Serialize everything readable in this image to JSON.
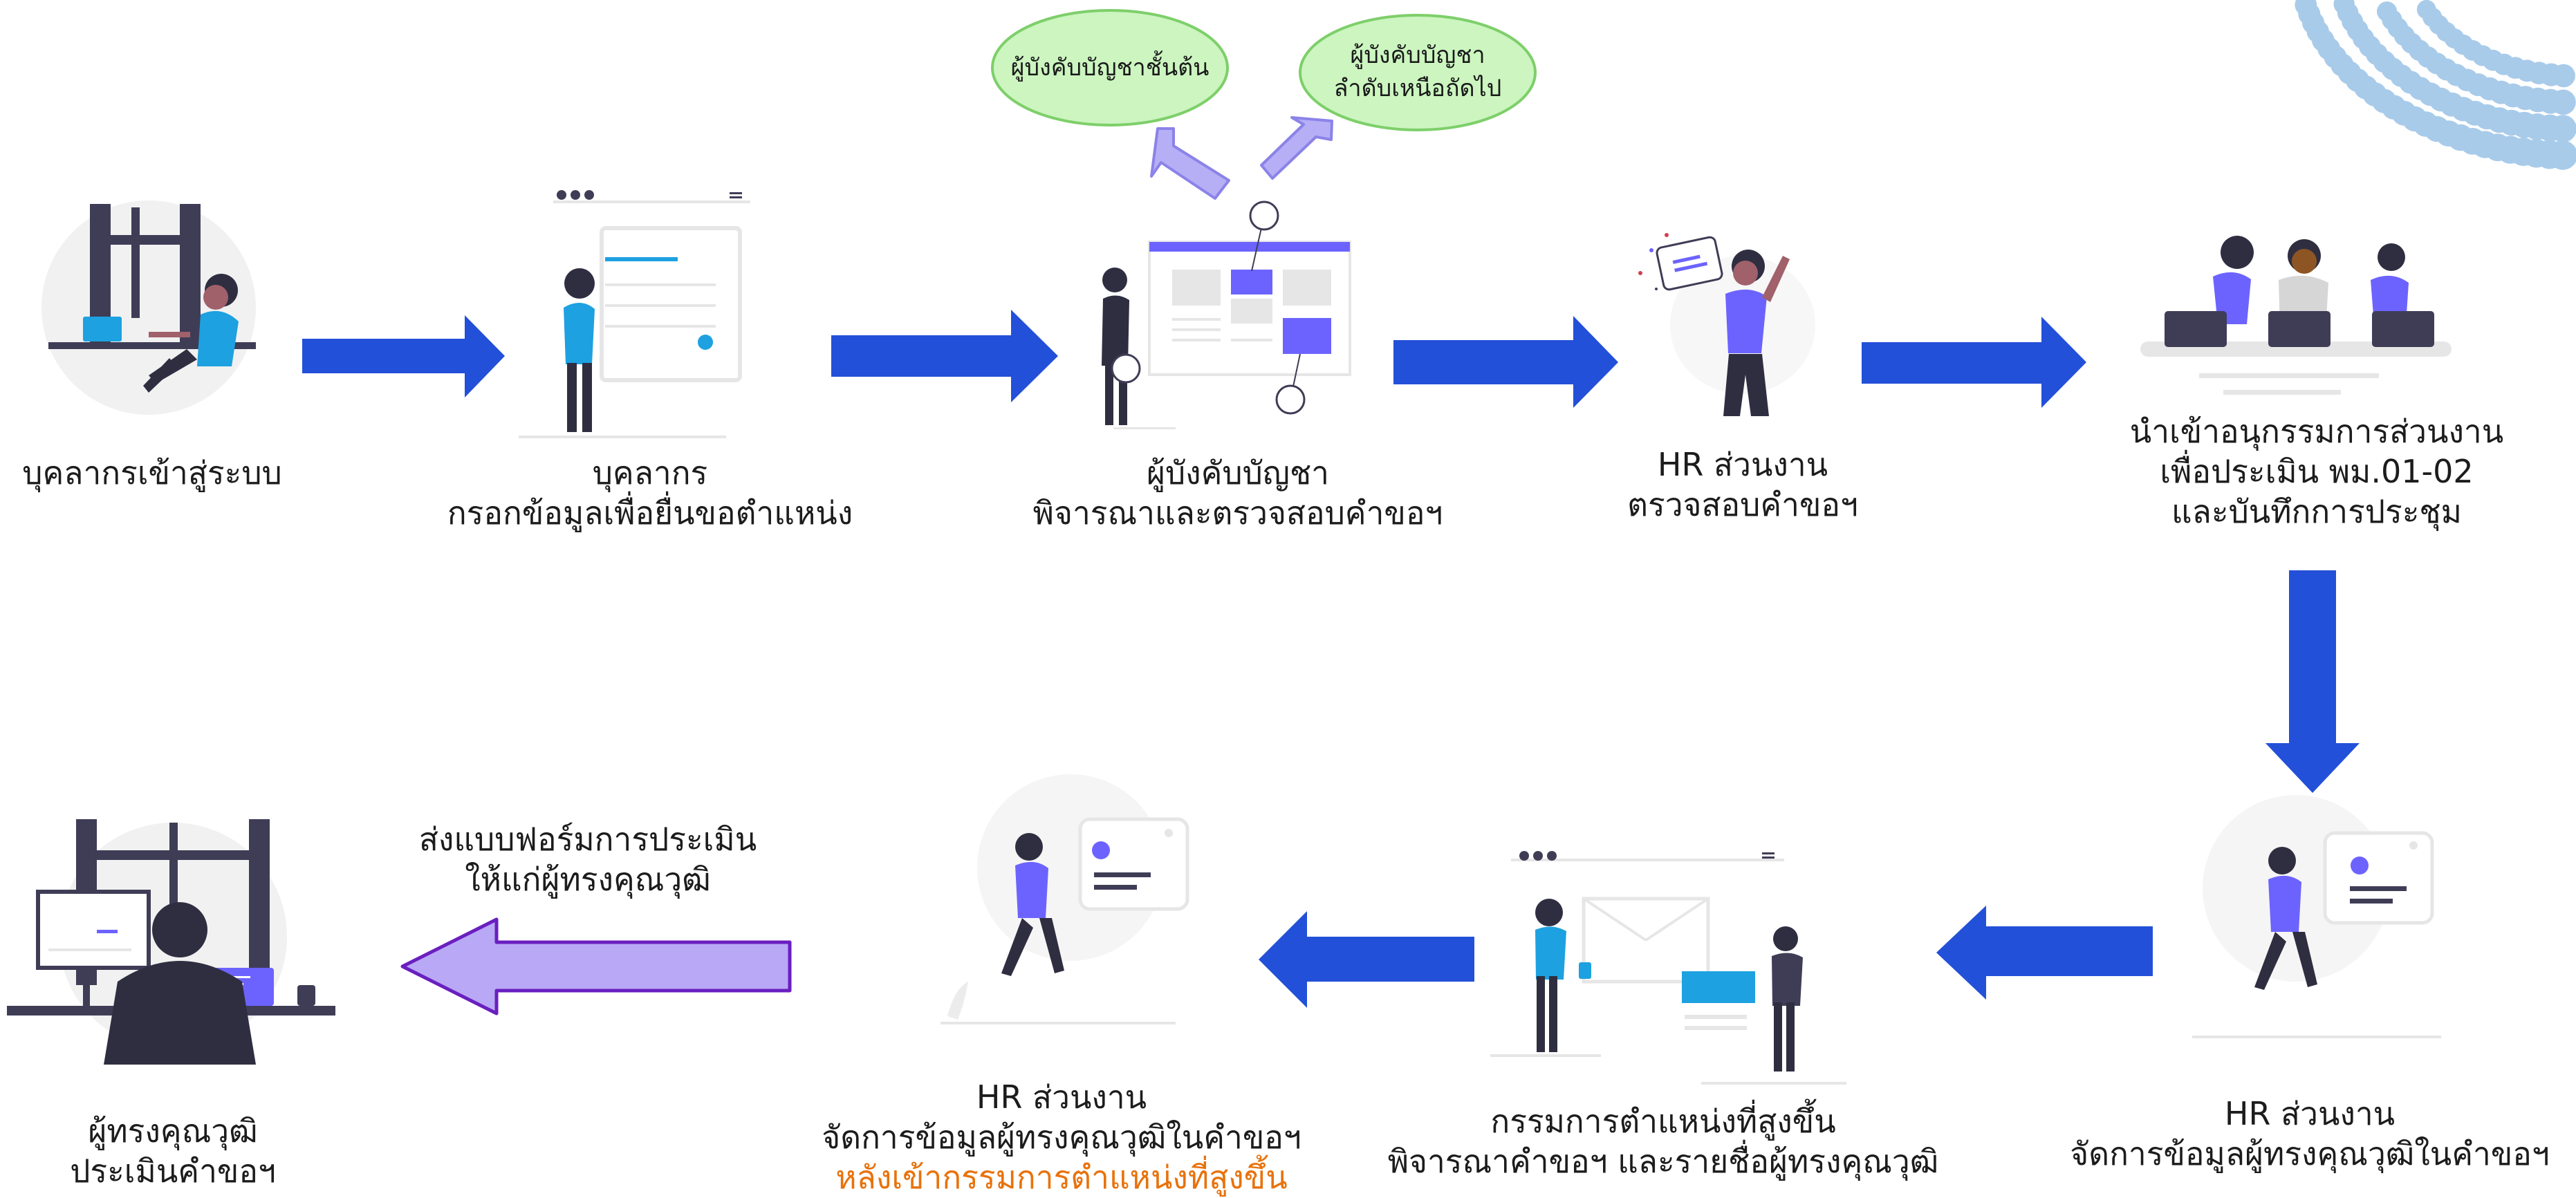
{
  "steps": [
    {
      "label": "บุคลากรเข้าสู่ระบบ"
    },
    {
      "title": "บุคลากร",
      "detail": "กรอกข้อมูลเพื่อยื่นขอตำแหน่ง"
    },
    {
      "title": "ผู้บังคับบัญชา",
      "detail": "พิจารณาและตรวจสอบคำขอฯ"
    },
    {
      "title": "HR ส่วนงาน",
      "detail": "ตรวจสอบคำขอฯ"
    },
    {
      "line1": "นำเข้าอนุกรรมการส่วนงาน",
      "line2": "เพื่อประเมิน พม.01-02",
      "line3": "และบันทึกการประชุม"
    },
    {
      "title": "HR ส่วนงาน",
      "detail": "จัดการข้อมูลผู้ทรงคุณวุฒิในคำขอฯ"
    },
    {
      "title": "กรรมการตำแหน่งที่สูงขึ้น",
      "detail": "พิจารณาคำขอฯ และรายชื่อผู้ทรงคุณวุฒิ"
    },
    {
      "title": "HR ส่วนงาน",
      "detail": "จัดการข้อมูลผู้ทรงคุณวุฒิในคำขอฯ",
      "note": "หลังเข้ากรรมการตำแหน่งที่สูงขึ้น"
    },
    {
      "title": "ผู้ทรงคุณวุฒิ",
      "detail": "ประเมินคำขอฯ"
    }
  ],
  "bubbles": {
    "first": "ผู้บังคับบัญชาชั้นต้น",
    "next_line1": "ผู้บังคับบัญชา",
    "next_line2": "ลำดับเหนือถัดไป"
  },
  "send_form": {
    "line1": "ส่งแบบฟอร์มการประเมิน",
    "line2": "ให้แก่ผู้ทรงคุณวุฒิ"
  },
  "colors": {
    "flow_arrow": "#2350d8",
    "send_arrow_fill": "#b9a8f5",
    "send_arrow_border": "#6a1fc0",
    "bubble_fill": "#ccf5c0",
    "bubble_border": "#7ecf6a",
    "accent": "#e8720c",
    "figure_purple": "#6c63ff",
    "figure_blue": "#1da1e0"
  }
}
